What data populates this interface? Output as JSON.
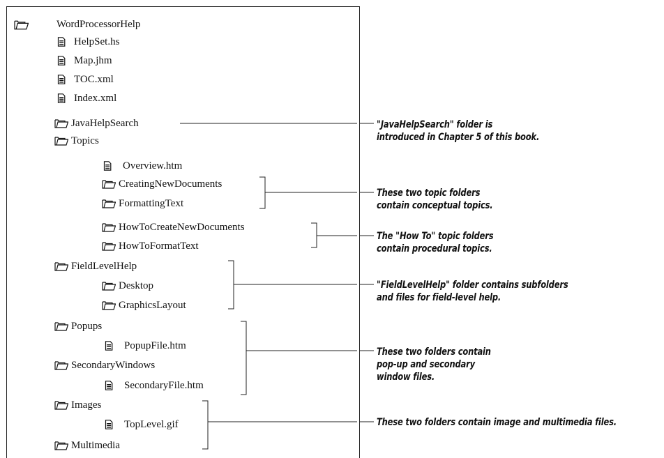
{
  "tree": {
    "root": "WordProcessorHelp",
    "helpset": "HelpSet.hs",
    "map": "Map.jhm",
    "toc": "TOC.xml",
    "index": "Index.xml",
    "javahelpsearch": "JavaHelpSearch",
    "topics": "Topics",
    "overview": "Overview.htm",
    "creating": "CreatingNewDocuments",
    "formatting": "FormattingText",
    "howtocreate": "HowToCreateNewDocuments",
    "howtoformat": "HowToFormatText",
    "fieldlevel": "FieldLevelHelp",
    "desktop": "Desktop",
    "graphics": "GraphicsLayout",
    "popups": "Popups",
    "popupfile": "PopupFile.htm",
    "secondary": "SecondaryWindows",
    "secondaryfile": "SecondaryFile.htm",
    "images": "Images",
    "toplevel": "TopLevel.gif",
    "multimedia": "Multimedia"
  },
  "notes": {
    "n1a": "\"JavaHelpSearch\" folder is",
    "n1b": "introduced in Chapter 5 of this book.",
    "n2a": "These two topic folders",
    "n2b": "contain conceptual topics.",
    "n3a": "The \"How To\" topic folders",
    "n3b": "contain procedural topics.",
    "n4a": "\"FieldLevelHelp\" folder contains subfolders",
    "n4b": "and files for field-level help.",
    "n5a": "These two folders contain",
    "n5b": "pop-up and secondary",
    "n5c": "window files.",
    "n6a": "These two folders contain image and multimedia files."
  }
}
